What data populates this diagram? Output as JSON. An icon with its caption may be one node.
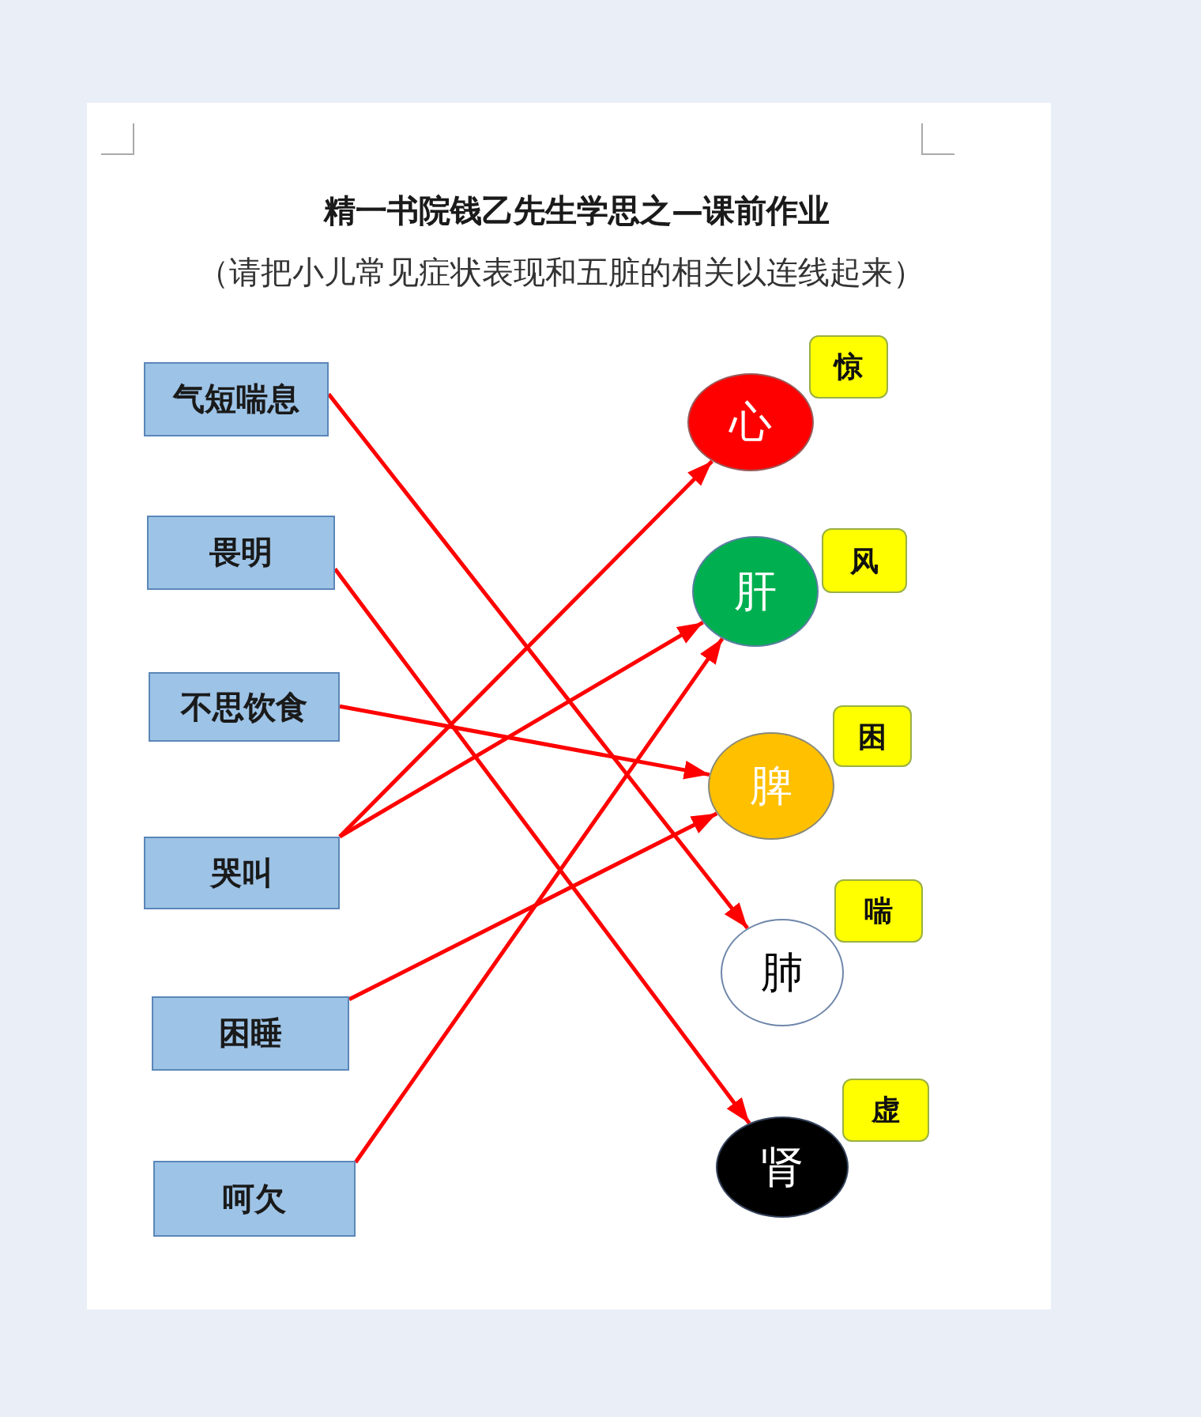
{
  "diagram": {
    "title": "精一书院钱乙先生学思之—课前作业",
    "nodes": [
      {
        "text": [
          "气短喘息"
        ]
      },
      {
        "text": [
          "畏明"
        ]
      },
      {
        "text": [
          "不思饮食"
        ]
      },
      {
        "text": [
          "哭叫"
        ]
      },
      {
        "text": [
          "困睡"
        ]
      },
      {
        "text": [
          "呵欠"
        ]
      },
      {
        "text": [
          "心"
        ]
      },
      {
        "text": [
          "惊"
        ]
      },
      {
        "text": [
          "肝"
        ]
      },
      {
        "text": [
          "风"
        ]
      },
      {
        "text": [
          "脾"
        ]
      },
      {
        "text": [
          "困"
        ]
      },
      {
        "text": [
          "肺"
        ]
      },
      {
        "text": [
          "喘"
        ]
      },
      {
        "text": [
          "肾"
        ]
      },
      {
        "text": [
          "虚"
        ]
      }
    ],
    "edges": [
      {
        "from": 0,
        "to": 12,
        "arrow": "to"
      },
      {
        "from": 1,
        "to": 14,
        "arrow": "to"
      },
      {
        "from": 2,
        "to": 10,
        "arrow": "to"
      },
      {
        "from": 3,
        "to": 6,
        "arrow": "to"
      },
      {
        "from": 3,
        "to": 8,
        "arrow": "to"
      },
      {
        "from": 4,
        "to": 10,
        "arrow": "to"
      },
      {
        "from": 5,
        "to": 8,
        "arrow": "to"
      }
    ],
    "labels": [
      "（请把小儿常见症状表现和五脏的相关以连线起来）"
    ]
  }
}
